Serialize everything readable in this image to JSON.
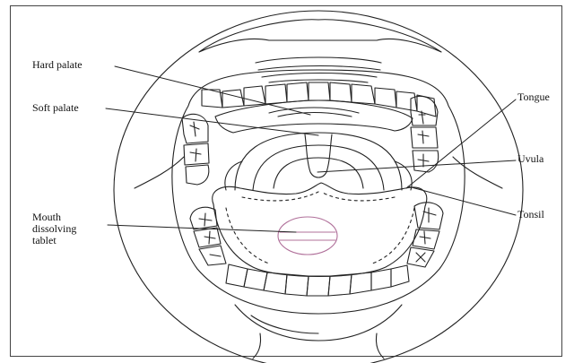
{
  "labels": {
    "hard_palate": "Hard palate",
    "soft_palate": "Soft palate",
    "tongue": "Tongue",
    "uvula": "Uvula",
    "tonsil": "Tonsil",
    "mouth_dissolving_line1": "Mouth",
    "mouth_dissolving_line2": "dissolving",
    "mouth_dissolving_line3": "tablet"
  },
  "colors": {
    "line": "#222222",
    "tablet": "#b0709a"
  }
}
